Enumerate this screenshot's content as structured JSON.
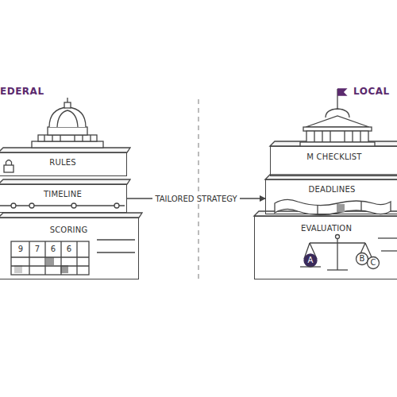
{
  "diagram": {
    "nodes": [
      {
        "text": [
          "RULES"
        ]
      },
      {
        "text": [
          "TIMELINE"
        ]
      },
      {
        "text": [
          "SCORING"
        ]
      },
      {
        "text": [
          "M CHECKLIST"
        ]
      },
      {
        "text": [
          "DEADLINES"
        ]
      },
      {
        "text": [
          "EVALUATION"
        ]
      }
    ],
    "edges": [
      {
        "from": 1,
        "to": 4,
        "label": "TAILORED STRATEGY",
        "arrow": "to"
      }
    ],
    "labels": [
      "EDERAL",
      "LOCAL",
      "9",
      "7",
      "6",
      "6",
      "A",
      "B",
      "C"
    ]
  }
}
